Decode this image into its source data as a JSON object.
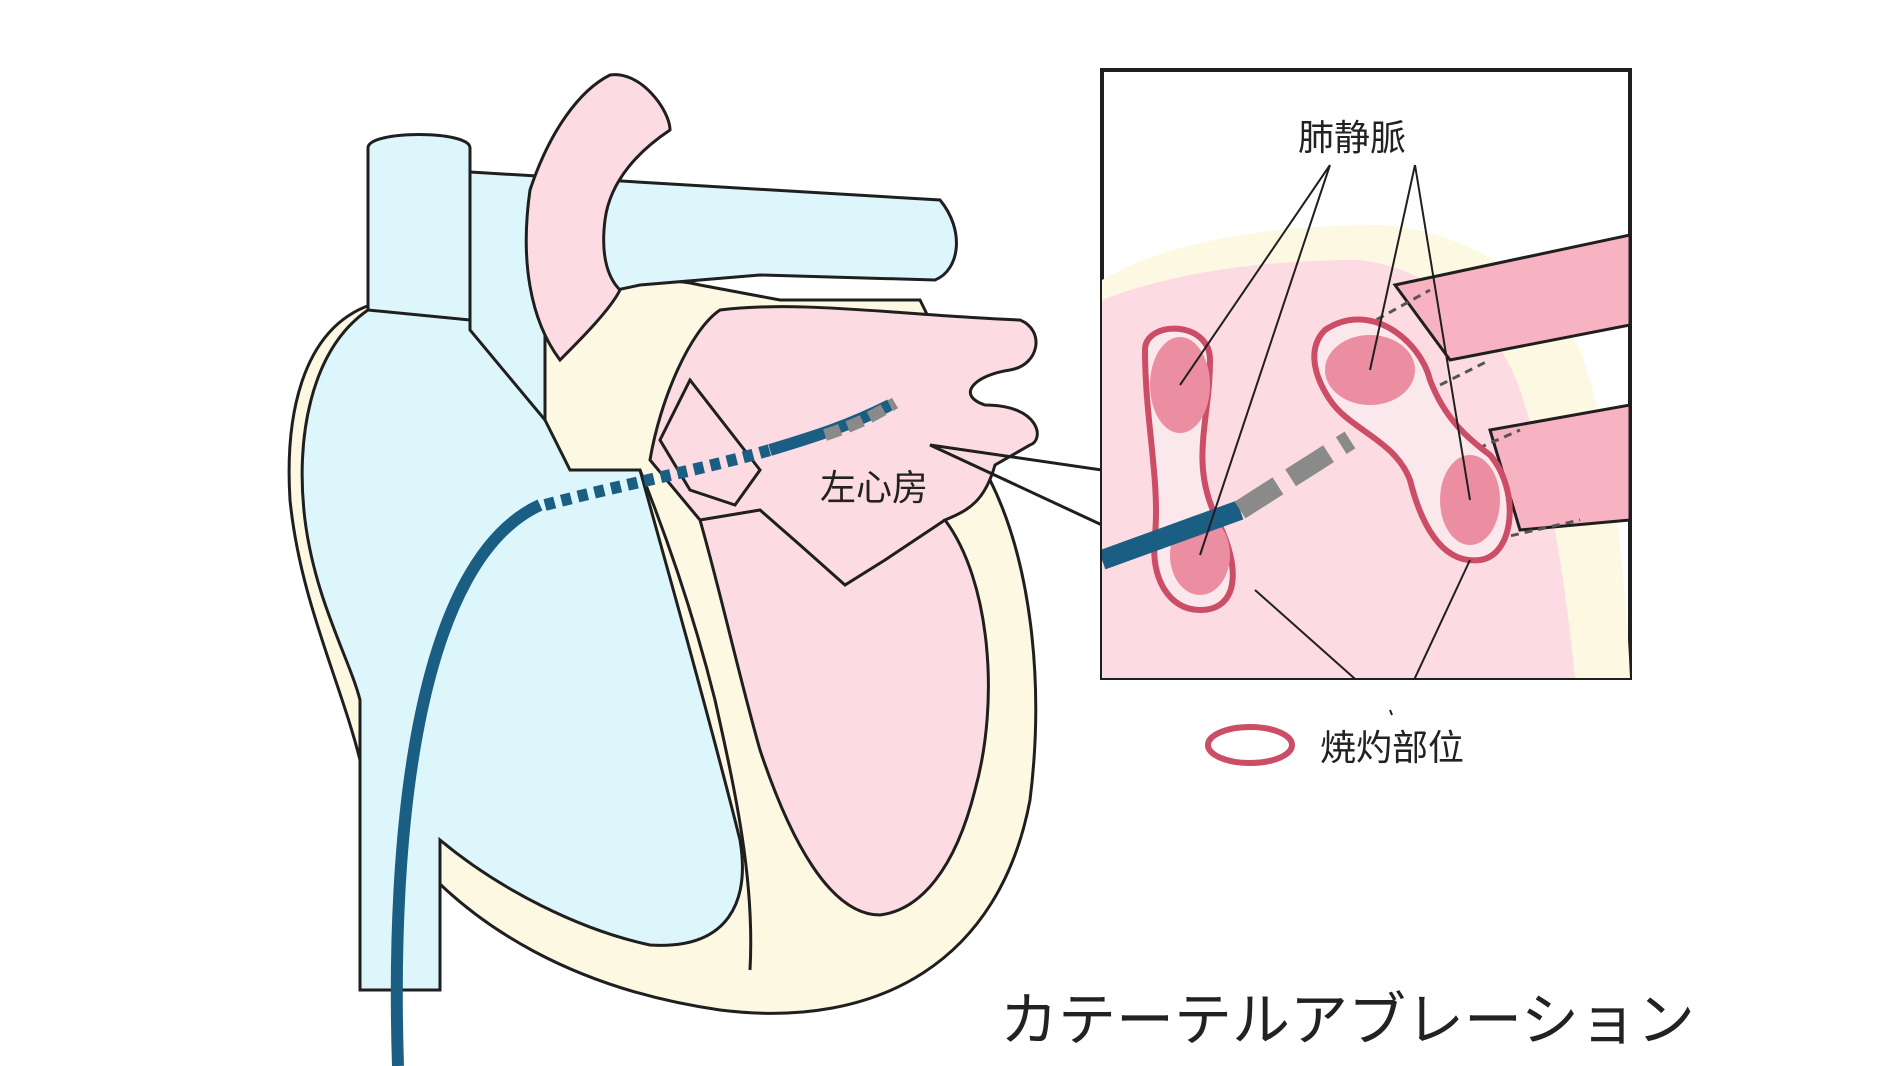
{
  "labels": {
    "left_atrium": "左心房",
    "pulmonary_veins": "肺静脈",
    "ablation_site": "焼灼部位",
    "title": "カテーテルアブレーション"
  },
  "colors": {
    "blue_chamber": "#dcf6fb",
    "pink_chamber": "#fcdce2",
    "wall": "#fdf8e2",
    "outline": "#1f1f1f",
    "catheter": "#1b5e84",
    "catheter_tip": "#8a8a8a",
    "vein_pink": "#f8b3c3",
    "ablation_ring": "#cc4d66",
    "ablation_fill": "#ec8ea2"
  },
  "icons": {
    "catheter": "catheter-icon",
    "ablation_ring": "ablation-ring-icon"
  }
}
